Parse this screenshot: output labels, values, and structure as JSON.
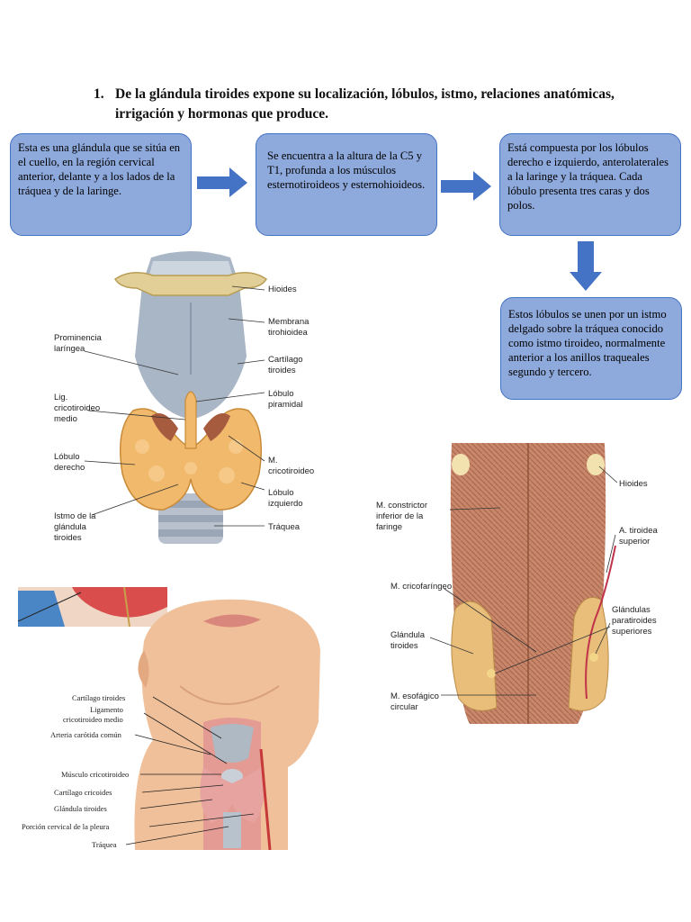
{
  "heading": {
    "number": "1.",
    "text": "De la glándula tiroides expone su localización, lóbulos, istmo, relaciones anatómicas, irrigación y hormonas que produce."
  },
  "boxes": {
    "localizacion": "Esta es una glándula que se sitúa en el cuello, en la región cervical anterior, delante y a los lados de la tráquea y de la laringe.",
    "altura": "Se encuentra a la altura de la C5 y T1, profunda a los músculos esternotiroideos y esternohioideos.",
    "lobulos": "Está compuesta por los lóbulos derecho e izquierdo, anterolaterales a la laringe y la tráquea. Cada lóbulo presenta tres caras y dos polos.",
    "istmo": "Estos lóbulos se unen por un istmo delgado sobre la tráquea conocido como istmo tiroideo, normalmente anterior a los anillos traqueales segundo y tercero."
  },
  "figure_anterior": {
    "labels": {
      "hioides": "Hioides",
      "membrana_1": "Membrana",
      "membrana_2": "tirohioidea",
      "cartilago_1": "Cartílago",
      "cartilago_2": "tiroides",
      "lobulo_piramidal_1": "Lóbulo",
      "lobulo_piramidal_2": "piramidal",
      "m_cricotiroideo_1": "M.",
      "m_cricotiroideo_2": "cricotiroideo",
      "lobulo_izq_1": "Lóbulo",
      "lobulo_izq_2": "izquierdo",
      "traquea": "Tráquea",
      "prominencia_1": "Prominencia",
      "prominencia_2": "laríngea",
      "lig_1": "Lig.",
      "lig_2": "cricotiroideo",
      "lig_3": "medio",
      "lobulo_der_1": "Lóbulo",
      "lobulo_der_2": "derecho",
      "istmo_1": "Istmo de la",
      "istmo_2": "glándula",
      "istmo_3": "tiroides"
    }
  },
  "figure_posterior": {
    "labels": {
      "hioides": "Hioides",
      "a_tiroidea_1": "A. tiroidea",
      "a_tiroidea_2": "superior",
      "paratiroides_1": "Glándulas",
      "paratiroides_2": "paratiroides",
      "paratiroides_3": "superiores",
      "constrictor_1": "M. constrictor",
      "constrictor_2": "inferior de la",
      "constrictor_3": "faringe",
      "cricofaringeo": "M. cricofaríngeo",
      "glandula_1": "Glándula",
      "glandula_2": "tiroides",
      "esofagico_1": "M. esofágico",
      "esofagico_2": "circular"
    }
  },
  "figure_neck": {
    "labels": {
      "cartilago_tiroides": "Cartílago tiroides",
      "ligamento_1": "Ligamento",
      "ligamento_2": "cricotiroideo medio",
      "arteria_carotida": "Arteria carótida común",
      "musculo_cricotiroideo": "Músculo cricotiroideo",
      "cartilago_cricoides": "Cartílago cricoides",
      "glandula_tiroides": "Glándula tiroides",
      "porcion_pleura": "Porción cervical de la pleura",
      "traquea": "Tráquea"
    }
  },
  "colors": {
    "box_fill": "#8ea9db",
    "box_border": "#4472c4",
    "arrow": "#4472c4"
  }
}
